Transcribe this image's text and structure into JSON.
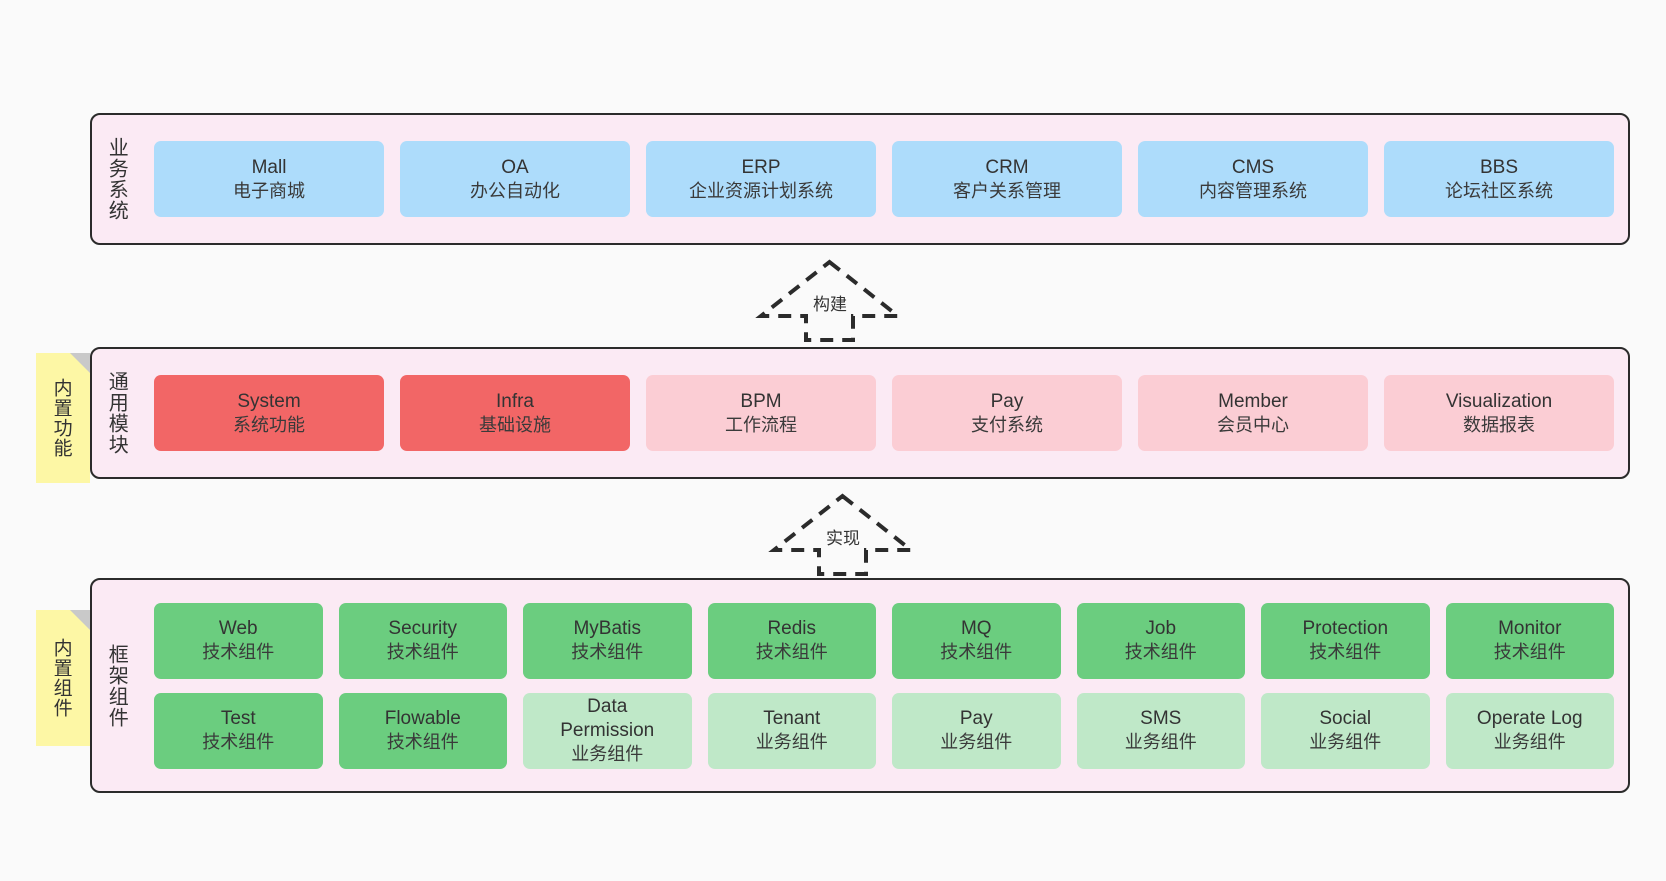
{
  "diagram": {
    "background": "#fafafa",
    "layers": [
      {
        "id": "business",
        "title": "业务系统",
        "band_color": "#fbeaf4",
        "rows": [
          {
            "cells": [
              {
                "name": "Mall",
                "sub": "电子商城",
                "color": "#addcfb",
                "style": "blue"
              },
              {
                "name": "OA",
                "sub": "办公自动化",
                "color": "#addcfb",
                "style": "blue"
              },
              {
                "name": "ERP",
                "sub": "企业资源计划系统",
                "color": "#addcfb",
                "style": "blue"
              },
              {
                "name": "CRM",
                "sub": "客户关系管理",
                "color": "#addcfb",
                "style": "blue"
              },
              {
                "name": "CMS",
                "sub": "内容管理系统",
                "color": "#addcfb",
                "style": "blue"
              },
              {
                "name": "BBS",
                "sub": "论坛社区系统",
                "color": "#addcfb",
                "style": "blue"
              }
            ]
          }
        ]
      },
      {
        "id": "common",
        "title": "通用模块",
        "band_color": "#fbeaf4",
        "note": "内置功能",
        "rows": [
          {
            "cells": [
              {
                "name": "System",
                "sub": "系统功能",
                "color": "#f26666",
                "style": "red"
              },
              {
                "name": "Infra",
                "sub": "基础设施",
                "color": "#f26666",
                "style": "red"
              },
              {
                "name": "BPM",
                "sub": "工作流程",
                "color": "#fbcdd4",
                "style": "pinkl"
              },
              {
                "name": "Pay",
                "sub": "支付系统",
                "color": "#fbcdd4",
                "style": "pinkl"
              },
              {
                "name": "Member",
                "sub": "会员中心",
                "color": "#fbcdd4",
                "style": "pinkl"
              },
              {
                "name": "Visualization",
                "sub": "数据报表",
                "color": "#fbcdd4",
                "style": "pinkl"
              }
            ]
          }
        ]
      },
      {
        "id": "framework",
        "title": "框架组件",
        "band_color": "#fbeaf4",
        "note": "内置组件",
        "rows": [
          {
            "cells": [
              {
                "name": "Web",
                "sub": "技术组件",
                "color": "#6bcd7f",
                "style": "green"
              },
              {
                "name": "Security",
                "sub": "技术组件",
                "color": "#6bcd7f",
                "style": "green"
              },
              {
                "name": "MyBatis",
                "sub": "技术组件",
                "color": "#6bcd7f",
                "style": "green"
              },
              {
                "name": "Redis",
                "sub": "技术组件",
                "color": "#6bcd7f",
                "style": "green"
              },
              {
                "name": "MQ",
                "sub": "技术组件",
                "color": "#6bcd7f",
                "style": "green"
              },
              {
                "name": "Job",
                "sub": "技术组件",
                "color": "#6bcd7f",
                "style": "green"
              },
              {
                "name": "Protection",
                "sub": "技术组件",
                "color": "#6bcd7f",
                "style": "green"
              },
              {
                "name": "Monitor",
                "sub": "技术组件",
                "color": "#6bcd7f",
                "style": "green"
              }
            ]
          },
          {
            "cells": [
              {
                "name": "Test",
                "sub": "技术组件",
                "color": "#6bcd7f",
                "style": "green"
              },
              {
                "name": "Flowable",
                "sub": "技术组件",
                "color": "#6bcd7f",
                "style": "green"
              },
              {
                "name": "Data Permission",
                "sub": "业务组件",
                "color": "#bfe8c8",
                "style": "greenl"
              },
              {
                "name": "Tenant",
                "sub": "业务组件",
                "color": "#bfe8c8",
                "style": "greenl"
              },
              {
                "name": "Pay",
                "sub": "业务组件",
                "color": "#bfe8c8",
                "style": "greenl"
              },
              {
                "name": "SMS",
                "sub": "业务组件",
                "color": "#bfe8c8",
                "style": "greenl"
              },
              {
                "name": "Social",
                "sub": "业务组件",
                "color": "#bfe8c8",
                "style": "greenl"
              },
              {
                "name": "Operate Log",
                "sub": "业务组件",
                "color": "#bfe8c8",
                "style": "greenl"
              }
            ]
          }
        ]
      }
    ],
    "connectors": [
      {
        "id": "build",
        "label": "构建",
        "from": "common",
        "to": "business"
      },
      {
        "id": "implement",
        "label": "实现",
        "from": "framework",
        "to": "common"
      }
    ]
  }
}
